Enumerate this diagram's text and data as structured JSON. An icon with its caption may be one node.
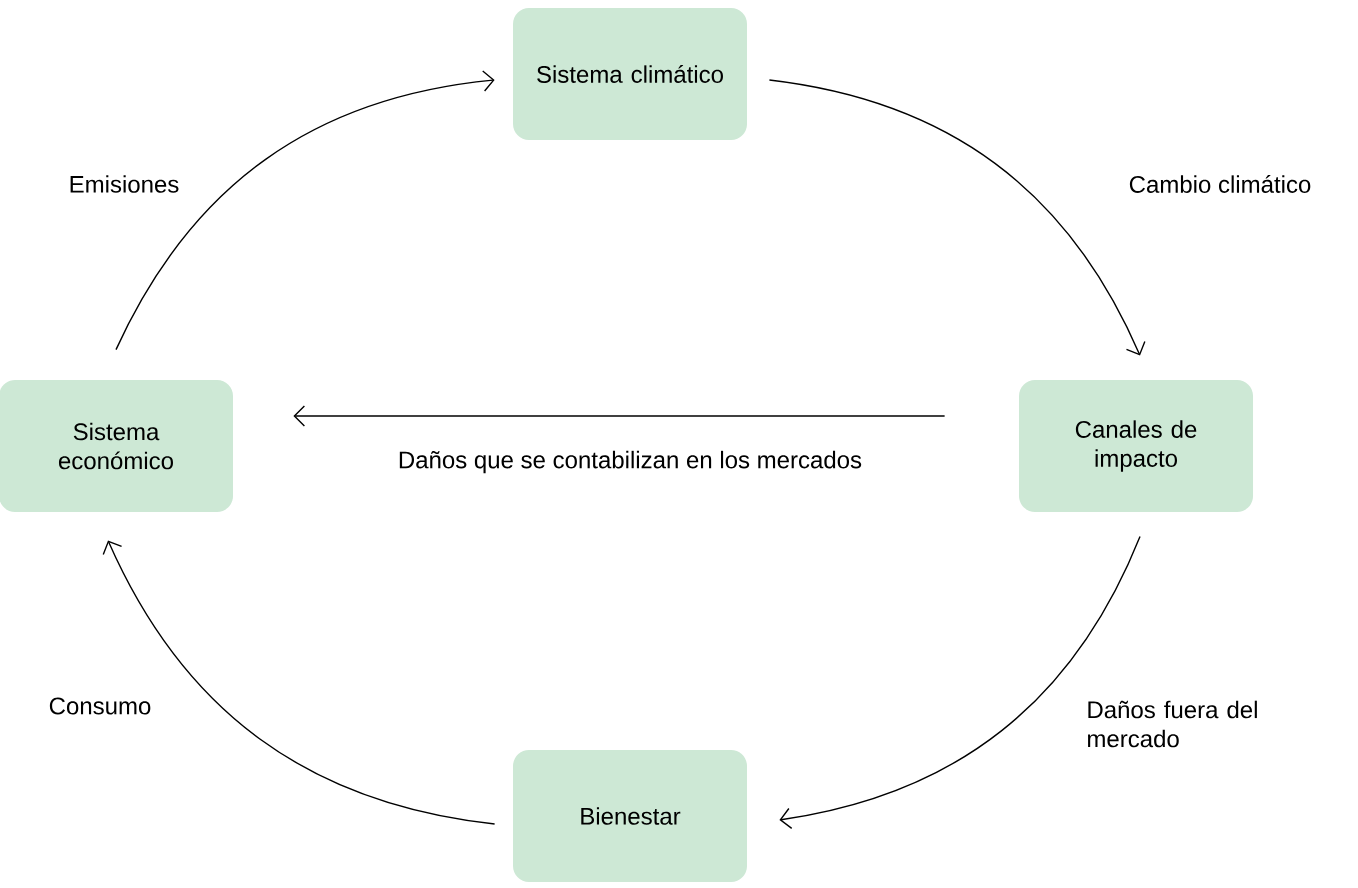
{
  "diagram": {
    "nodes": [
      {
        "text": [
          "Sistema climático"
        ]
      },
      {
        "text": [
          "Canales de impacto"
        ]
      },
      {
        "text": [
          "Bienestar"
        ]
      },
      {
        "text": [
          "Sistema económico"
        ]
      }
    ],
    "edges": [
      {
        "from": 3,
        "to": 0,
        "arrow": "to",
        "label": "Emisiones"
      },
      {
        "from": 0,
        "to": 1,
        "arrow": "to",
        "label": "Cambio climático"
      },
      {
        "from": 1,
        "to": 3,
        "arrow": "to",
        "label": "Daños que se contabilizan en los mercados"
      },
      {
        "from": 1,
        "to": 2,
        "arrow": "to",
        "label": "Daños fuera del mercado"
      },
      {
        "from": 2,
        "to": 3,
        "arrow": "to",
        "label": "Consumo"
      }
    ]
  }
}
